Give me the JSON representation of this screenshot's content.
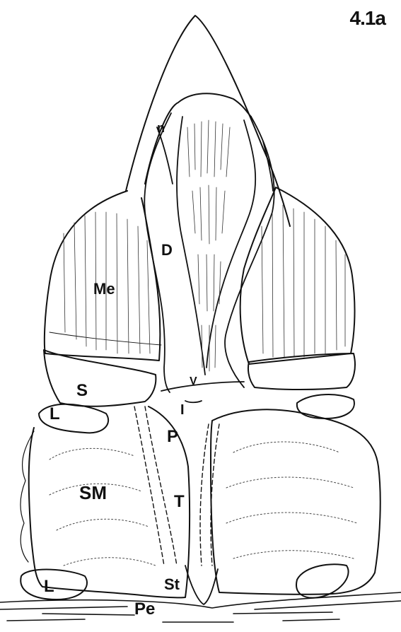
{
  "figure": {
    "number": "4.1a"
  },
  "labels": {
    "n": "n",
    "D": "D",
    "Me": "Me",
    "S": "S",
    "L_upper": "L",
    "V": "V",
    "I": "I",
    "P": "P",
    "SM": "SM",
    "T": "T",
    "L_lower": "L",
    "St": "St",
    "Pe": "Pe"
  },
  "colors": {
    "ink": "#111111",
    "paper": "#ffffff"
  }
}
